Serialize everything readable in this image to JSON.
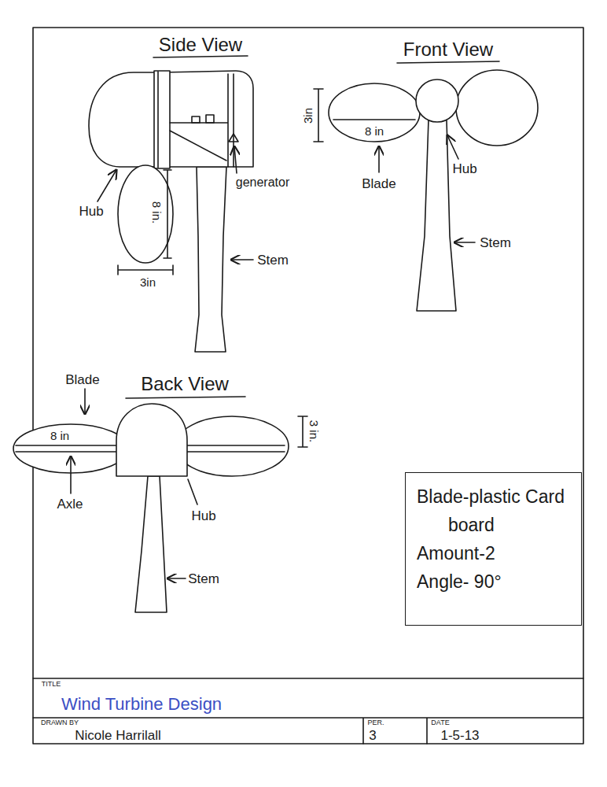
{
  "diagram": {
    "title": "Wind Turbine Design",
    "nodes": [
      {
        "text": [
          "Blade-plastic Card board",
          "Amount-2",
          "Angle- 90°"
        ]
      }
    ],
    "labels": [
      "Side View",
      "Front View",
      "Back View",
      "Hub",
      "8 in.",
      "3in",
      "generator",
      "Stem",
      "3in",
      "8 in",
      "Blade",
      "Hub",
      "Stem",
      "Blade",
      "8 in",
      "Axle",
      "3 in.",
      "Hub",
      "Stem",
      "TITLE",
      "DRAWN BY",
      "PER.",
      "DATE",
      "Nicole Harrilall",
      "3",
      "1-5-13"
    ]
  }
}
